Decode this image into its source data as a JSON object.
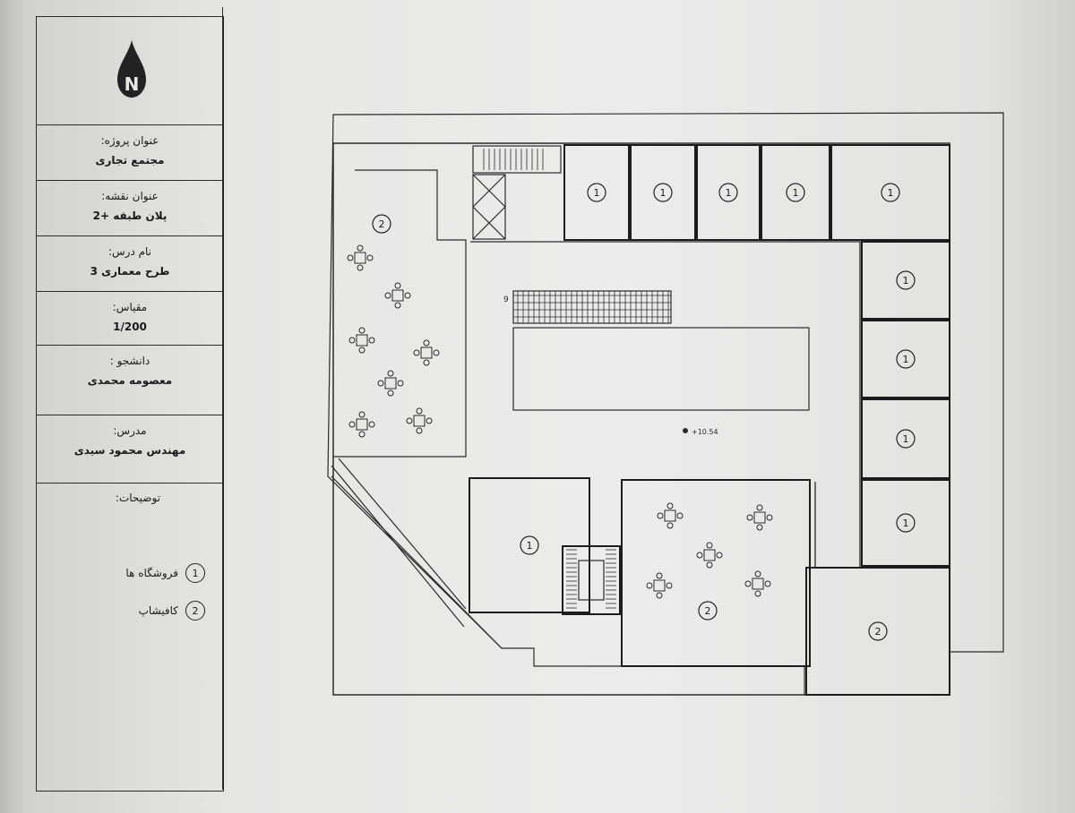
{
  "title_block": {
    "north_letter": "N",
    "project_title_label": "عنوان پروژه:",
    "project_title": "مجتمع تجاری",
    "sheet_title_label": "عنوان نقشه:",
    "sheet_title": "پلان طبقه +2",
    "course_label": "نام درس:",
    "course": "طرح معماری 3",
    "scale_label": "مقیاس:",
    "scale": "1/200",
    "student_label": "دانشجو :",
    "student": "معصومه محمدی",
    "instructor_label": "مدرس:",
    "instructor": "مهندس محمود سیدی",
    "notes_label": "توضیحات:"
  },
  "legend": [
    {
      "num": "1",
      "text": "فروشگاه ها"
    },
    {
      "num": "2",
      "text": "کافیشاپ"
    }
  ],
  "plan": {
    "room_labels": {
      "shop": "1",
      "cafe": "2"
    },
    "level_mark": "+10.54",
    "stair_number": "9"
  }
}
